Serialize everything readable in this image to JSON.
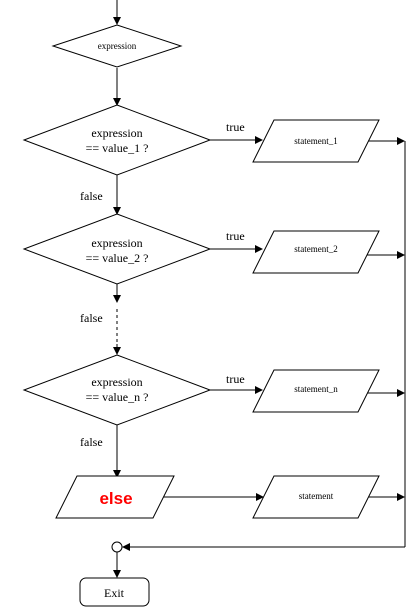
{
  "diagram": {
    "top_node": "expression",
    "decisions": [
      {
        "line1": "expression",
        "line2": "== value_1 ?"
      },
      {
        "line1": "expression",
        "line2": "== value_2 ?"
      },
      {
        "line1": "expression",
        "line2": "== value_n ?"
      }
    ],
    "statements": [
      "statement_1",
      "statement_2",
      "statement_n",
      "statement"
    ],
    "true_label": "true",
    "false_label": "false",
    "else_label": "else",
    "exit_label": "Exit",
    "colors": {
      "stroke": "#000000",
      "else_text": "#ff0000"
    }
  }
}
